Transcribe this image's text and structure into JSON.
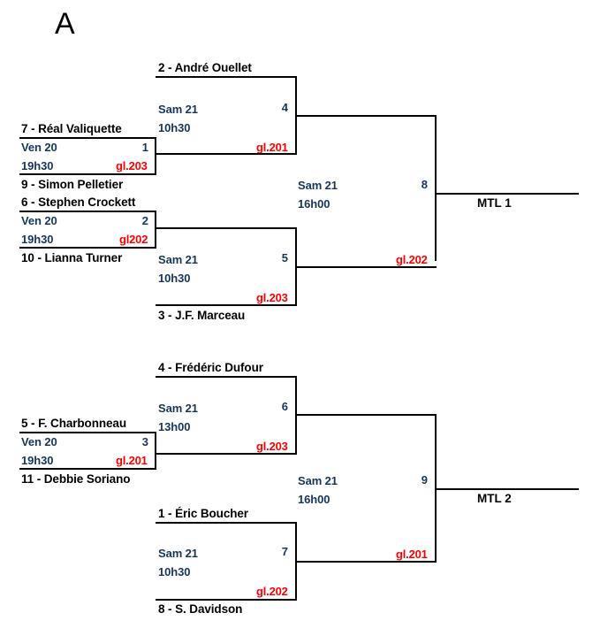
{
  "bracket": {
    "title": "A",
    "round_labels": {
      "friday_day": "Ven 20",
      "friday_time": "19h30",
      "saturday_day": "Sam 21"
    },
    "play_in_matches": [
      {
        "id": "play-in-1",
        "top_player": "7 - Réal Valiquette",
        "bottom_player": "9 - Simon Pelletier",
        "day": "Ven 20",
        "time": "19h30",
        "match_number": "1",
        "court": "gl.203"
      },
      {
        "id": "play-in-2",
        "top_player": "6 - Stephen Crockett",
        "bottom_player": "10 - Lianna Turner",
        "day": "Ven 20",
        "time": "19h30",
        "match_number": "2",
        "court": "gl202"
      },
      {
        "id": "play-in-3",
        "top_player": "5 - F. Charbonneau",
        "bottom_player": "11 - Debbie Soriano",
        "day": "Ven 20",
        "time": "19h30",
        "match_number": "3",
        "court": "gl.201"
      }
    ],
    "quarterfinals": [
      {
        "id": "qf-1",
        "top_player": "2 - André Ouellet",
        "bottom_player": "",
        "day": "Sam 21",
        "time": "10h30",
        "match_number": "4",
        "court": "gl.201"
      },
      {
        "id": "qf-2",
        "top_player": "",
        "bottom_player": "3 - J.F. Marceau",
        "day": "Sam 21",
        "time": "10h30",
        "match_number": "5",
        "court": "gl.203"
      },
      {
        "id": "qf-3",
        "top_player": "4 - Frédéric Dufour",
        "bottom_player": "",
        "day": "Sam 21",
        "time": "13h00",
        "match_number": "6",
        "court": "gl.203"
      },
      {
        "id": "qf-4",
        "top_player": "1 - Éric Boucher",
        "bottom_player": "8 - S. Davidson",
        "day": "Sam 21",
        "time": "10h30",
        "match_number": "7",
        "court": "gl.202"
      }
    ],
    "semifinals": [
      {
        "id": "sf-1",
        "day": "Sam 21",
        "time": "16h00",
        "match_number": "8",
        "court": "gl.202",
        "result_label": "MTL 1"
      },
      {
        "id": "sf-2",
        "day": "Sam 21",
        "time": "16h00",
        "match_number": "9",
        "court": "gl.201",
        "result_label": "MTL 2"
      }
    ],
    "colors": {
      "schedule_blue": "#17365D",
      "court_red": "#FF0000",
      "player_black": "#000000",
      "line_black": "#000000",
      "background": "#FFFFFF"
    }
  }
}
